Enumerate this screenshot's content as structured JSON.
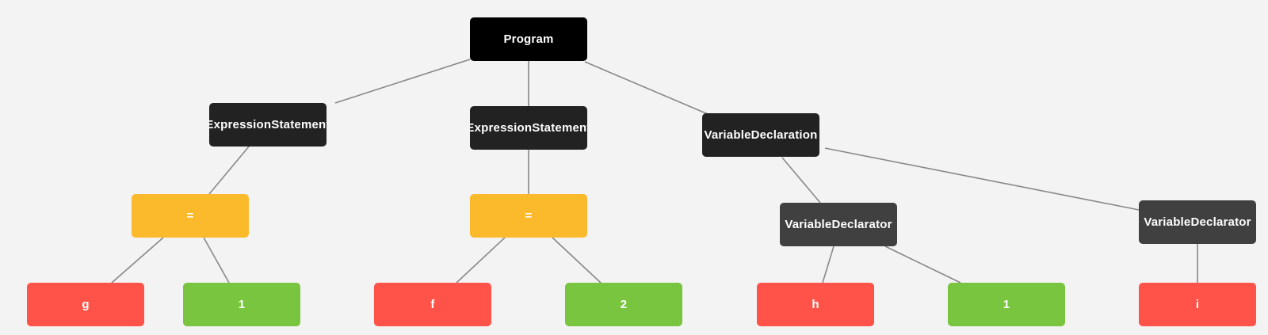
{
  "colors": {
    "background": "#f3f3f3",
    "edge": "#888888",
    "program": "#000000",
    "statement": "#222222",
    "declarator": "#404040",
    "operator": "#fbb92c",
    "identifier": "#ff5349",
    "literal": "#7ac53f"
  },
  "nodes": [
    {
      "id": "program",
      "label": "Program",
      "kind": "program"
    },
    {
      "id": "expr1",
      "label": "ExpressionStatement",
      "kind": "statement"
    },
    {
      "id": "expr2",
      "label": "ExpressionStatement",
      "kind": "statement"
    },
    {
      "id": "vardecl",
      "label": "VariableDeclaration",
      "kind": "statement"
    },
    {
      "id": "assign1",
      "label": "=",
      "kind": "operator"
    },
    {
      "id": "assign2",
      "label": "=",
      "kind": "operator"
    },
    {
      "id": "declarator1",
      "label": "VariableDeclarator",
      "kind": "declarator"
    },
    {
      "id": "declarator2",
      "label": "VariableDeclarator",
      "kind": "declarator"
    },
    {
      "id": "id_g",
      "label": "g",
      "kind": "identifier"
    },
    {
      "id": "lit_1a",
      "label": "1",
      "kind": "literal"
    },
    {
      "id": "id_f",
      "label": "f",
      "kind": "identifier"
    },
    {
      "id": "lit_2",
      "label": "2",
      "kind": "literal"
    },
    {
      "id": "id_h",
      "label": "h",
      "kind": "identifier"
    },
    {
      "id": "lit_1b",
      "label": "1",
      "kind": "literal"
    },
    {
      "id": "id_i",
      "label": "i",
      "kind": "identifier"
    }
  ],
  "edges": [
    [
      "program",
      "expr1"
    ],
    [
      "program",
      "expr2"
    ],
    [
      "program",
      "vardecl"
    ],
    [
      "expr1",
      "assign1"
    ],
    [
      "expr2",
      "assign2"
    ],
    [
      "vardecl",
      "declarator1"
    ],
    [
      "vardecl",
      "declarator2"
    ],
    [
      "assign1",
      "id_g"
    ],
    [
      "assign1",
      "lit_1a"
    ],
    [
      "assign2",
      "id_f"
    ],
    [
      "assign2",
      "lit_2"
    ],
    [
      "declarator1",
      "id_h"
    ],
    [
      "declarator1",
      "lit_1b"
    ],
    [
      "declarator2",
      "id_i"
    ]
  ]
}
